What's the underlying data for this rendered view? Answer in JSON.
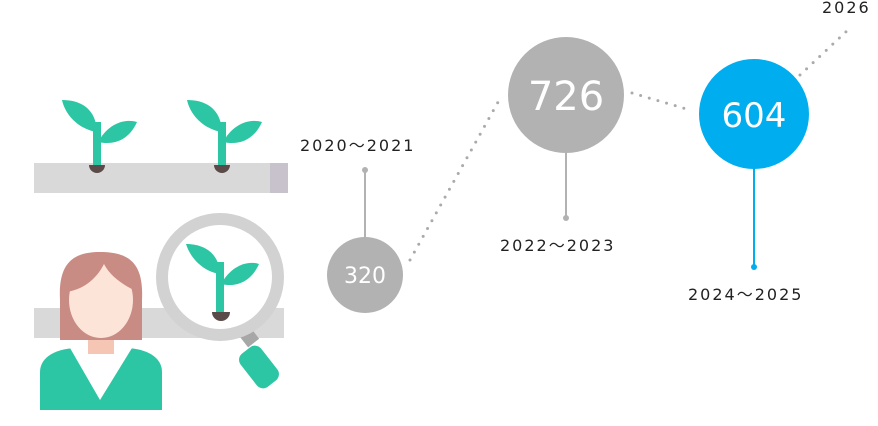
{
  "timeline": {
    "points": [
      {
        "period": "2020～2021",
        "value": "320",
        "color": "#b2b2b2"
      },
      {
        "period": "2022～2023",
        "value": "726",
        "color": "#b2b2b2"
      },
      {
        "period": "2024～2025",
        "value": "604",
        "color": "#00aeef"
      },
      {
        "period": "2026",
        "value": "",
        "color": "#b2b2b2"
      }
    ]
  },
  "illustration": {
    "accent": "#2dc6a4",
    "person_hair": "#c98c84",
    "shelf": "#d9d9d9",
    "magnifier_rim": "#d2d2d2"
  }
}
